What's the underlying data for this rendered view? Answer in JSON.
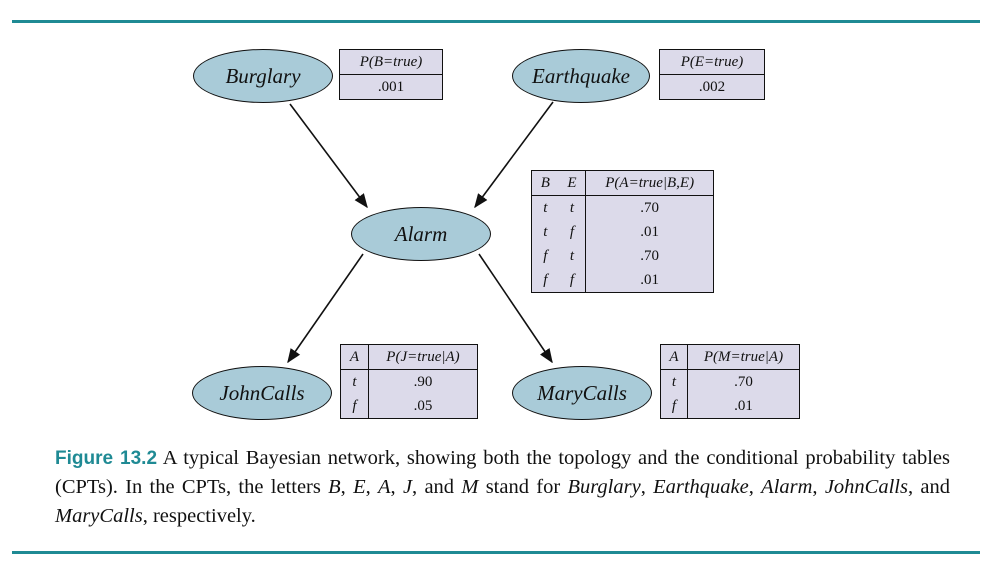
{
  "nodes": {
    "burglary": "Burglary",
    "earthquake": "Earthquake",
    "alarm": "Alarm",
    "johncalls": "JohnCalls",
    "marycalls": "MaryCalls"
  },
  "cpt_b": {
    "header": "P(B=true)",
    "value": ".001"
  },
  "cpt_e": {
    "header": "P(E=true)",
    "value": ".002"
  },
  "cpt_a": {
    "col_b": "B",
    "col_e": "E",
    "col_p": "P(A=true|B,E)",
    "rows": [
      {
        "b": "t",
        "e": "t",
        "p": ".70"
      },
      {
        "b": "t",
        "e": "f",
        "p": ".01"
      },
      {
        "b": "f",
        "e": "t",
        "p": ".70"
      },
      {
        "b": "f",
        "e": "f",
        "p": ".01"
      }
    ]
  },
  "cpt_j": {
    "col_a": "A",
    "col_p": "P(J=true|A)",
    "rows": [
      {
        "a": "t",
        "p": ".90"
      },
      {
        "a": "f",
        "p": ".05"
      }
    ]
  },
  "cpt_m": {
    "col_a": "A",
    "col_p": "P(M=true|A)",
    "rows": [
      {
        "a": "t",
        "p": ".70"
      },
      {
        "a": "f",
        "p": ".01"
      }
    ]
  },
  "caption": {
    "label": "Figure 13.2",
    "t1": " A typical Bayesian network, showing both the topology and the conditional probability tables (CPTs). In the CPTs, the letters ",
    "B": "B",
    "sep1": ", ",
    "E": "E",
    "sep2": ", ",
    "A": "A",
    "sep3": ", ",
    "J": "J",
    "sep4": ", and ",
    "M": "M",
    "t2": " stand for ",
    "burglary": "Burglary",
    "sep5": ", ",
    "earthquake": "Earthquake",
    "sep6": ", ",
    "alarm": "Alarm",
    "sep7": ", ",
    "johncalls": "JohnCalls",
    "sep8": ", and ",
    "marycalls": "MaryCalls",
    "t3": ", respectively."
  },
  "colors": {
    "rule": "#1f8a94",
    "node_fill": "#a9cbd8",
    "table_fill": "#dcdaea"
  }
}
